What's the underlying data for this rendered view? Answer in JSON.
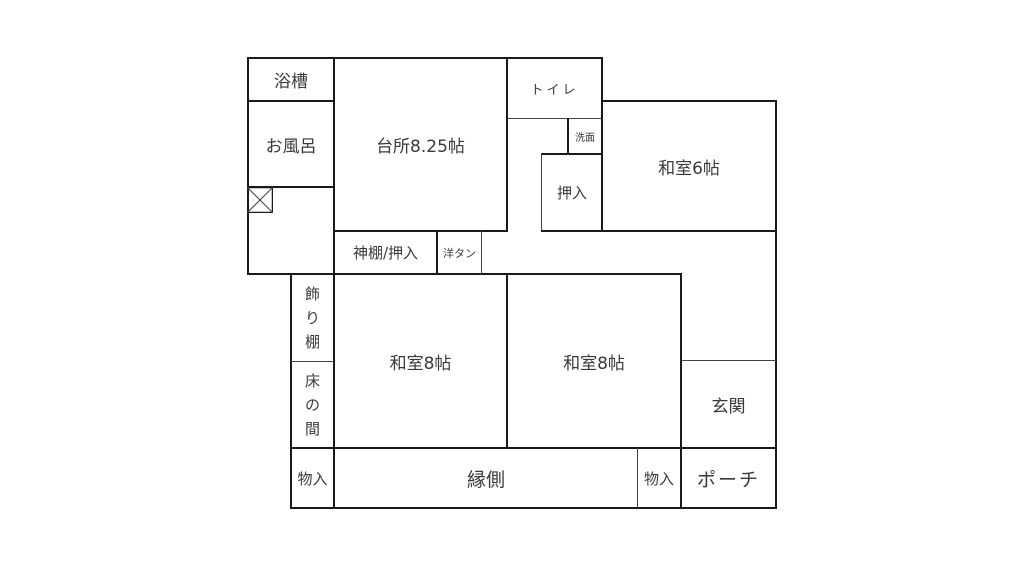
{
  "floor_plan": {
    "rooms": {
      "bathtub": "浴槽",
      "bath": "お風呂",
      "kitchen": "台所8.25帖",
      "toilet": "トイレ",
      "washroom": "洗面",
      "closet_upper": "押入",
      "washitsu_6": "和室6帖",
      "kamidana": "神棚/押入",
      "water_tank": "洋タン",
      "display_shelf": [
        "飾",
        "り",
        "棚"
      ],
      "tokonoma": [
        "床",
        "の",
        "間"
      ],
      "washitsu_8_left": "和室8帖",
      "washitsu_8_right": "和室8帖",
      "entrance": "玄関",
      "storage_left": "物入",
      "engawa": "縁側",
      "storage_right": "物入",
      "porch": "ポーチ"
    },
    "line_color": "#1a1a1a",
    "text_color": "#3a3a3a"
  }
}
